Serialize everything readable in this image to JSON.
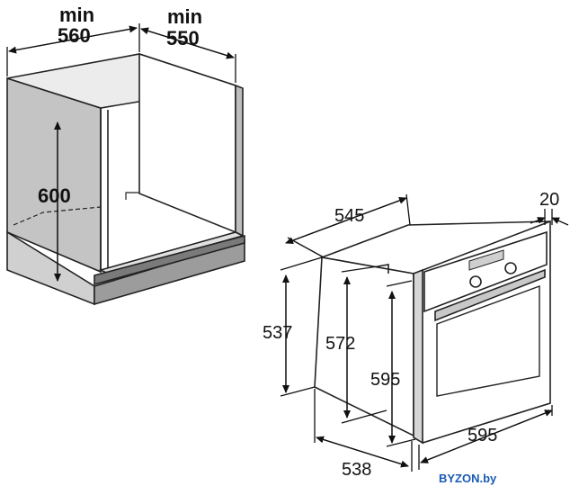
{
  "labels": {
    "cabinet_width": "min\n560",
    "cabinet_width_line1": "min",
    "cabinet_width_line2": "560",
    "cabinet_depth_line1": "min",
    "cabinet_depth_line2": "550",
    "cabinet_height": "600",
    "oven_depth_body": "545",
    "oven_front_thickness": "20",
    "oven_height_body": "537",
    "oven_height_niche": "572",
    "oven_height_front": "595",
    "oven_width_front": "595",
    "oven_depth_total": "538"
  },
  "watermark": "BYZON.by",
  "colors": {
    "line": "#222222",
    "shade": "#bdbdbd",
    "light": "#e6e6e6",
    "watermark": "#1a5bb5"
  }
}
